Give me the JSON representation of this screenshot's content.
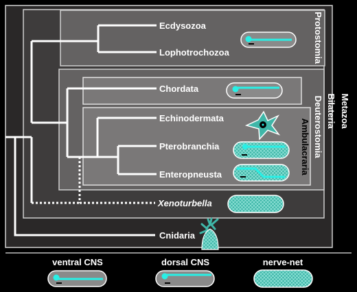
{
  "tree": {
    "taxa": [
      {
        "id": "ecdysozoa",
        "label": "Ecdysozoa",
        "italic": false
      },
      {
        "id": "lophotrochozoa",
        "label": "Lophotrochozoa",
        "italic": false
      },
      {
        "id": "chordata",
        "label": "Chordata",
        "italic": false
      },
      {
        "id": "echinodermata",
        "label": "Echinodermata",
        "italic": false
      },
      {
        "id": "pterobranchia",
        "label": "Pterobranchia",
        "italic": false
      },
      {
        "id": "enteropneusta",
        "label": "Enteropneusta",
        "italic": false
      },
      {
        "id": "xenoturbella",
        "label": "Xenoturbella",
        "italic": true
      },
      {
        "id": "cnidaria",
        "label": "Cnidaria",
        "italic": false
      }
    ],
    "groups": {
      "protostomia": "Protostomia",
      "deuterostomia": "Deuterostomia",
      "ambulacraria": "Ambulacraria",
      "bilateria": "Bilateria",
      "metazoa": "Metazoa"
    }
  },
  "legend": {
    "ventral": "ventral CNS",
    "dorsal": "dorsal CNS",
    "nervenet": "nerve-net"
  },
  "colors": {
    "background": "#000000",
    "metazoa_box": "#2a2828",
    "bilateria_box": "#3e3c3c",
    "inner_box": "#646262",
    "ambulacraria_box": "#7a7878",
    "nerve": "#28f0e6",
    "capsule": "#8a8a8a",
    "text": "#ffffff"
  }
}
